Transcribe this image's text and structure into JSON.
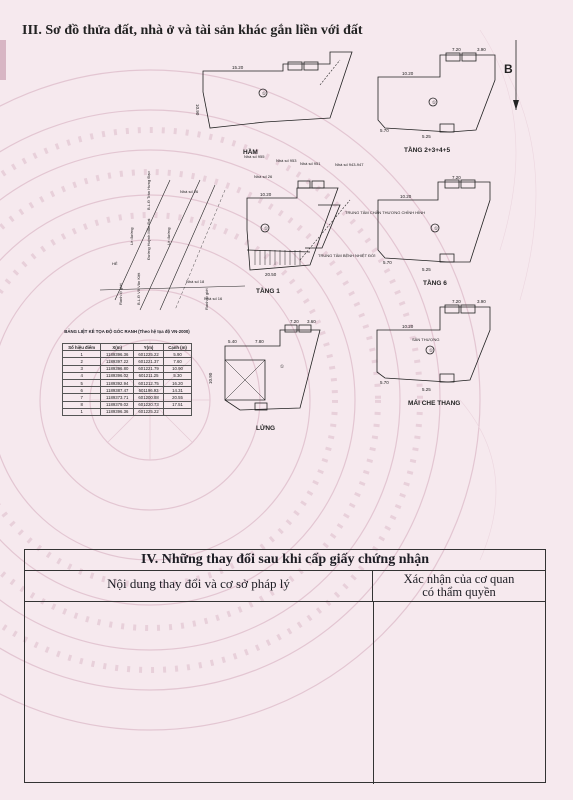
{
  "section3": {
    "title": "III. Sơ đồ thửa đất, nhà ở và tài sản khác gắn liền với đất"
  },
  "compass": {
    "north_label": "B"
  },
  "plans": {
    "ham": "HẦM",
    "tang2345": "TẦNG 2+3+4+5",
    "tang1": "TẦNG 1",
    "tang6": "TẦNG 6",
    "lung": "LỬNG",
    "mai_che_thang": "MÁI CHE THANG",
    "san_thuong": "SÂN THƯỢNG",
    "trung_tam_chan_thuong": "TRUNG TÂM CHẤN THƯƠNG CHỈNH HÌNH",
    "trung_tam_benh_nhiet_doi": "TRUNG TÂM BỆNH NHIỆT ĐỚI",
    "duong_huynh_man_dat": "Đường Huỳnh Mẫn Đạt",
    "le_duong": "Lề đường",
    "ranh_lo_gioi": "Ranh lộ giới",
    "bld_tran_hung_dao": "B.L.Đ Trần Hưng Đạo",
    "bld_vo_van_kiet": "B.L.Đ Võ Văn Kiệt",
    "nha_so_955": "Nhà số 955",
    "nha_so_953": "Nhà số 953",
    "nha_so_951": "Nhà số 951",
    "nha_so_943_947": "Nhà số 943-947",
    "nha_so_26": "Nhà số 26",
    "nha_so_18": "Nhà số 18",
    "nha_so_16": "Nhà số 16",
    "nha_so_26b": "Nhà số 26",
    "so_ve": "HẺ"
  },
  "coord_table": {
    "caption": "BẢNG LIỆT KÊ TỌA ĐỘ GÓC RANH (Theo hệ tọa độ VN-2000)",
    "headers": [
      "Số hiệu điểm",
      "X(m)",
      "Y(m)",
      "Cạnh (m)"
    ],
    "rows": [
      [
        "1",
        "1189396.36",
        "601225.22",
        "5.90"
      ],
      [
        "2",
        "1189397.22",
        "601221.37",
        "7.60"
      ],
      [
        "3",
        "1189396.80",
        "601221.79",
        "10.90"
      ],
      [
        "4",
        "1189396.02",
        "601211.25",
        "5.30"
      ],
      [
        "5",
        "1189392.94",
        "601212.75",
        "16.20"
      ],
      [
        "6",
        "1189387.47",
        "601196.93",
        "14.31"
      ],
      [
        "7",
        "1189373.71",
        "601200.88",
        "20.55"
      ],
      [
        "8",
        "1189379.02",
        "601220.73",
        "17.51"
      ],
      [
        "1",
        "1189396.36",
        "601225.22",
        ""
      ]
    ]
  },
  "section4": {
    "title": "IV. Những thay đổi sau khi cấp giấy chứng nhận",
    "col_content": "Nội dung thay đổi và cơ sở pháp lý",
    "col_confirm_line1": "Xác nhận của cơ quan",
    "col_confirm_line2": "có thẩm quyền"
  }
}
